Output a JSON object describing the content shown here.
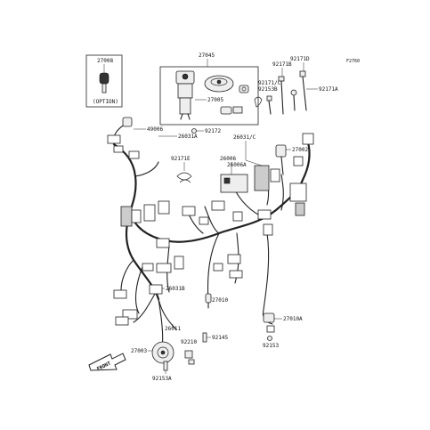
{
  "figure_code": "F2760",
  "front_label": "FRONT",
  "parts": {
    "p27008": "27008",
    "option": "(OPTION)",
    "p27045": "27045",
    "p27005": "27005",
    "p92172": "92172",
    "p92171D": "92171D",
    "p92171B": "92171B",
    "p92171C_top": "92171/C",
    "p92153B": "92153B",
    "p92171A": "92171A",
    "p49006": "49006",
    "p26031A": "26031A",
    "p26031C": "26031/C",
    "p92171E": "92171E",
    "p26006": "26006",
    "p26006A": "26006A",
    "p27002": "27002",
    "p26031B": "26031B",
    "p27010": "27010",
    "p26011": "26011",
    "p27010A": "27010A",
    "p92210": "92210",
    "p92145": "92145",
    "p92153": "92153",
    "p27003": "27003",
    "p92153A": "92153A"
  }
}
